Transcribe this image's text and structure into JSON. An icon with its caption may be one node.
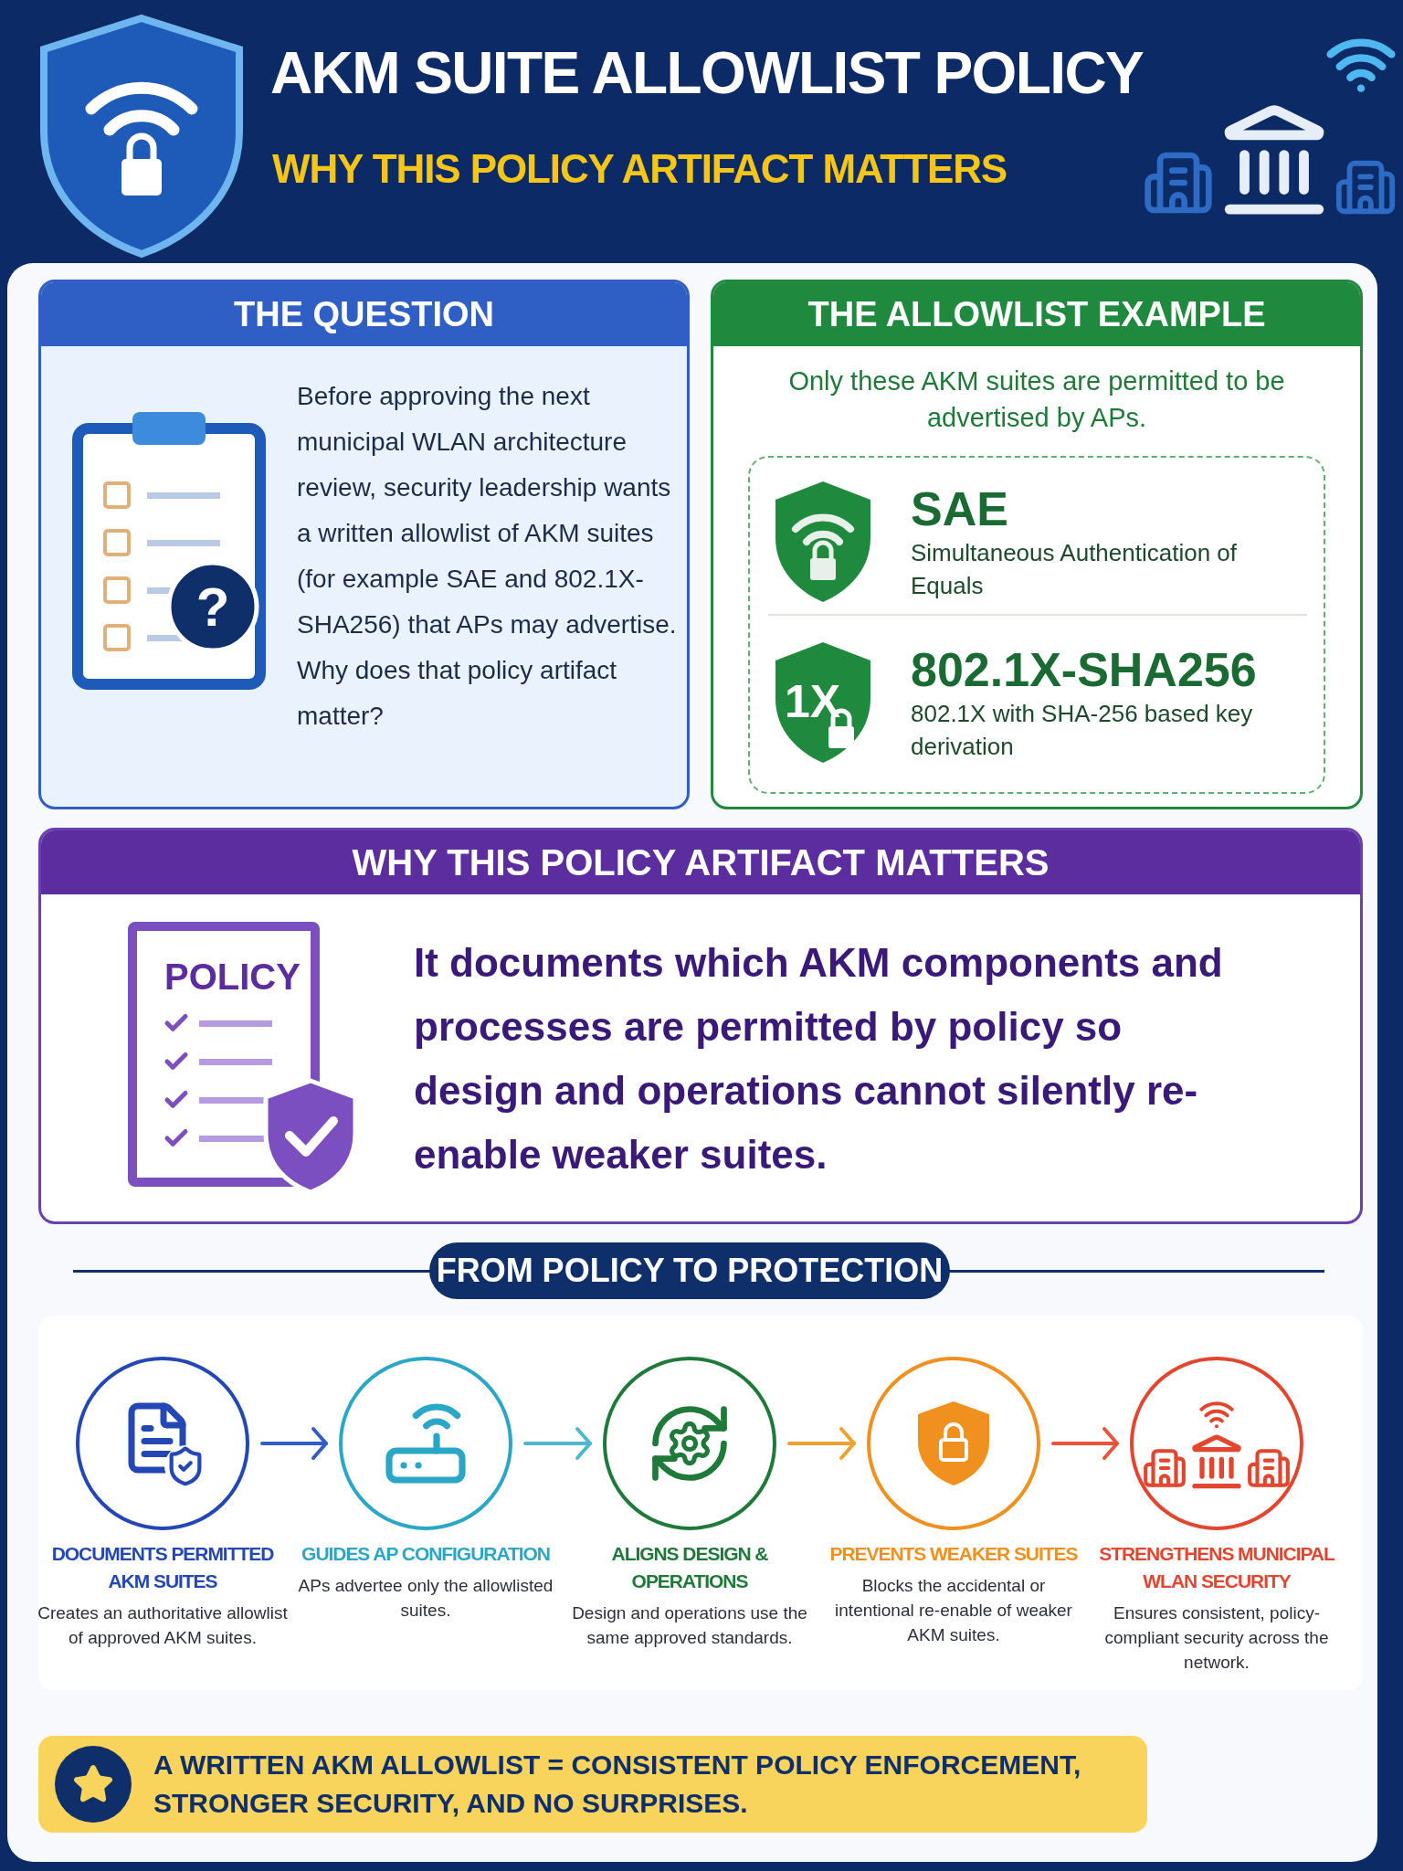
{
  "diagram": {
    "title": "AKM SUITE ALLOWLIST POLICY",
    "nodes": [
      {
        "text": [
          "THE QUESTION",
          "Before approving the next municipal WLAN architecture review, security leadership wants a written allowlist of AKM suites (for example SAE and 802.1X-SHA256) that APs may advertise. Why does that policy artifact matter?"
        ]
      },
      {
        "text": [
          "THE ALLOWLIST EXAMPLE",
          "Only these AKM suites are permitted to be advertised by APs."
        ]
      },
      {
        "text": [
          "SAE",
          "Simultaneous Authentication of Equals"
        ],
        "in": 1
      },
      {
        "text": [
          "802.1X-SHA256",
          "802.1X with SHA-256 based key derivation"
        ],
        "in": 1
      },
      {
        "text": [
          "WHY THIS POLICY ARTIFACT MATTERS",
          "It documents which AKM components and processes are permitted by policy so design and operations cannot silently re-enable weaker suites."
        ]
      },
      {
        "text": [
          "FROM POLICY TO PROTECTION"
        ]
      },
      {
        "text": [],
        "shape": "circle",
        "beside": [
          "DOCUMENTS PERMITTED AKM SUITES",
          "Creates an authoritative allowlist of approved AKM suites."
        ]
      },
      {
        "text": [],
        "shape": "circle",
        "beside": [
          "GUIDES AP CONFIGURATION",
          "APs advertee only the allowlisted suites."
        ]
      },
      {
        "text": [],
        "shape": "circle",
        "beside": [
          "ALIGNS DESIGN & OPERATIONS",
          "Design and operations use the same approved standards."
        ]
      },
      {
        "text": [],
        "shape": "circle",
        "beside": [
          "PREVENTS WEAKER SUITES",
          "Blocks the accidental or intentional re-enable of weaker AKM suites."
        ]
      },
      {
        "text": [],
        "shape": "circle",
        "beside": [
          "STRENGTHENS MUNICIPAL WLAN SECURITY",
          "Ensures consistent, policy-compliant security across the network."
        ]
      },
      {
        "text": [
          "A WRITTEN AKM ALLOWLIST = CONSISTENT POLICY ENFORCEMENT, STRONGER SECURITY, AND NO SURPRISES."
        ]
      }
    ],
    "edges": [
      {
        "from": 6,
        "to": 7,
        "arrow": "to",
        "color": "#2f5fc4"
      },
      {
        "from": 7,
        "to": 8,
        "arrow": "to",
        "color": "#4fb8cf"
      },
      {
        "from": 8,
        "to": 9,
        "arrow": "to",
        "color": "#f0a030"
      },
      {
        "from": 9,
        "to": 10,
        "arrow": "to",
        "color": "#e8553a"
      }
    ],
    "labels": [
      "WHY THIS POLICY ARTIFACT MATTERS",
      "?",
      "1X",
      "POLICY"
    ]
  }
}
